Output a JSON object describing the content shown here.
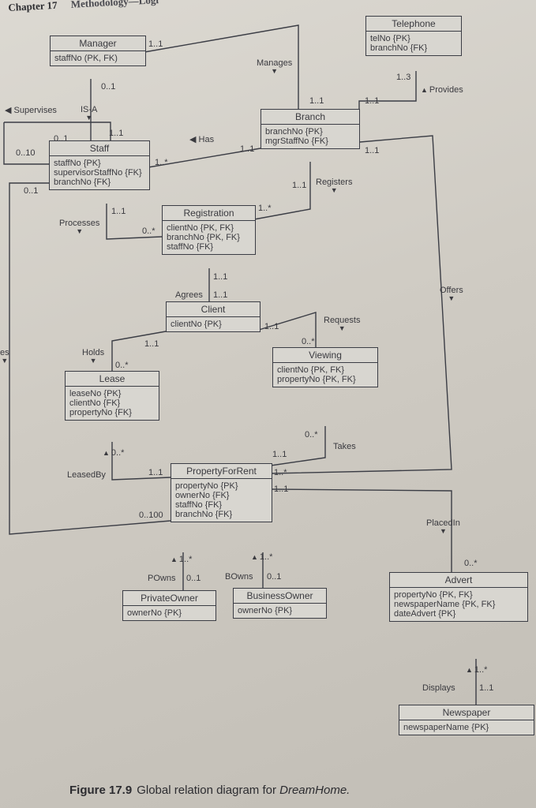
{
  "header": {
    "chapter": "Chapter 17",
    "title": "Methodology—Logi"
  },
  "entities": {
    "manager": {
      "name": "Manager",
      "attrs": "staffNo (PK, FK)"
    },
    "telephone": {
      "name": "Telephone",
      "attrs": "telNo {PK}\nbranchNo {FK}"
    },
    "branch": {
      "name": "Branch",
      "attrs": "branchNo {PK}\nmgrStaffNo {FK}"
    },
    "staff": {
      "name": "Staff",
      "attrs": "staffNo {PK}\nsupervisorStaffNo {FK}\nbranchNo {FK}"
    },
    "registration": {
      "name": "Registration",
      "attrs": "clientNo {PK, FK}\nbranchNo {PK, FK}\nstaffNo {FK}"
    },
    "client": {
      "name": "Client",
      "attrs": "clientNo {PK}"
    },
    "viewing": {
      "name": "Viewing",
      "attrs": "clientNo {PK, FK}\npropertyNo {PK, FK}"
    },
    "lease": {
      "name": "Lease",
      "attrs": "leaseNo {PK}\nclientNo {FK}\npropertyNo {FK}"
    },
    "propertyforrent": {
      "name": "PropertyForRent",
      "attrs": "propertyNo {PK}\nownerNo {FK}\nstaffNo {FK}\nbranchNo {FK}"
    },
    "privateowner": {
      "name": "PrivateOwner",
      "attrs": "ownerNo {PK}"
    },
    "businessowner": {
      "name": "BusinessOwner",
      "attrs": "ownerNo {PK}"
    },
    "advert": {
      "name": "Advert",
      "attrs": "propertyNo {PK, FK}\nnewspaperName {PK, FK}\ndateAdvert {PK}"
    },
    "newspaper": {
      "name": "Newspaper",
      "attrs": "newspaperName {PK}"
    }
  },
  "relationships": {
    "manages": "Manages",
    "provides": "Provides",
    "supervises": "Supervises",
    "isa": "IS-A",
    "has": "Has",
    "registers": "Registers",
    "processes": "Processes",
    "agrees": "Agrees",
    "requests": "Requests",
    "offers": "Offers",
    "holds": "Holds",
    "takes": "Takes",
    "leasedby": "LeasedBy",
    "placedin": "PlacedIn",
    "powns": "POwns",
    "bowns": "BOwns",
    "displays": "Displays",
    "es": "es"
  },
  "multiplicities": {
    "m_manager_11": "1..1",
    "m_manager_01": "0..1",
    "m_tel_13": "1..3",
    "m_branch_11a": "1..1",
    "m_branch_11b": "1..1",
    "m_branch_11c": "1..1",
    "m_branch_11d": "1..1",
    "m_staff_01a": "0..1",
    "m_staff_11": "1..1",
    "m_staff_010": "0..10",
    "m_staff_01b": "0..1",
    "m_has_1star": "1..*",
    "m_has_11": "1..1",
    "m_reg_1star": "1..*",
    "m_reg_11": "1..1",
    "m_proc_11": "1..1",
    "m_proc_0star": "0..*",
    "m_agrees_11a": "1..1",
    "m_agrees_11b": "1..1",
    "m_client_11": "1..1",
    "m_req_11": "1..1",
    "m_req_0star": "0..*",
    "m_holds_0star": "0..*",
    "m_takes_0star": "0..*",
    "m_takes_11": "1..1",
    "m_lease_0star": "0..*",
    "m_pfr_11a": "1..1",
    "m_pfr_1star": "1..*",
    "m_pfr_11b": "1..1",
    "m_pfr_0100": "0..100",
    "m_pown_1star": "1..*",
    "m_pown_01": "0..1",
    "m_bown_1star": "1..*",
    "m_bown_01": "0..1",
    "m_placed_0star": "0..*",
    "m_disp_1star": "1..*",
    "m_disp_11": "1..1"
  },
  "caption": {
    "number": "Figure 17.9",
    "text": "Global relation diagram for ",
    "system": "DreamHome."
  }
}
